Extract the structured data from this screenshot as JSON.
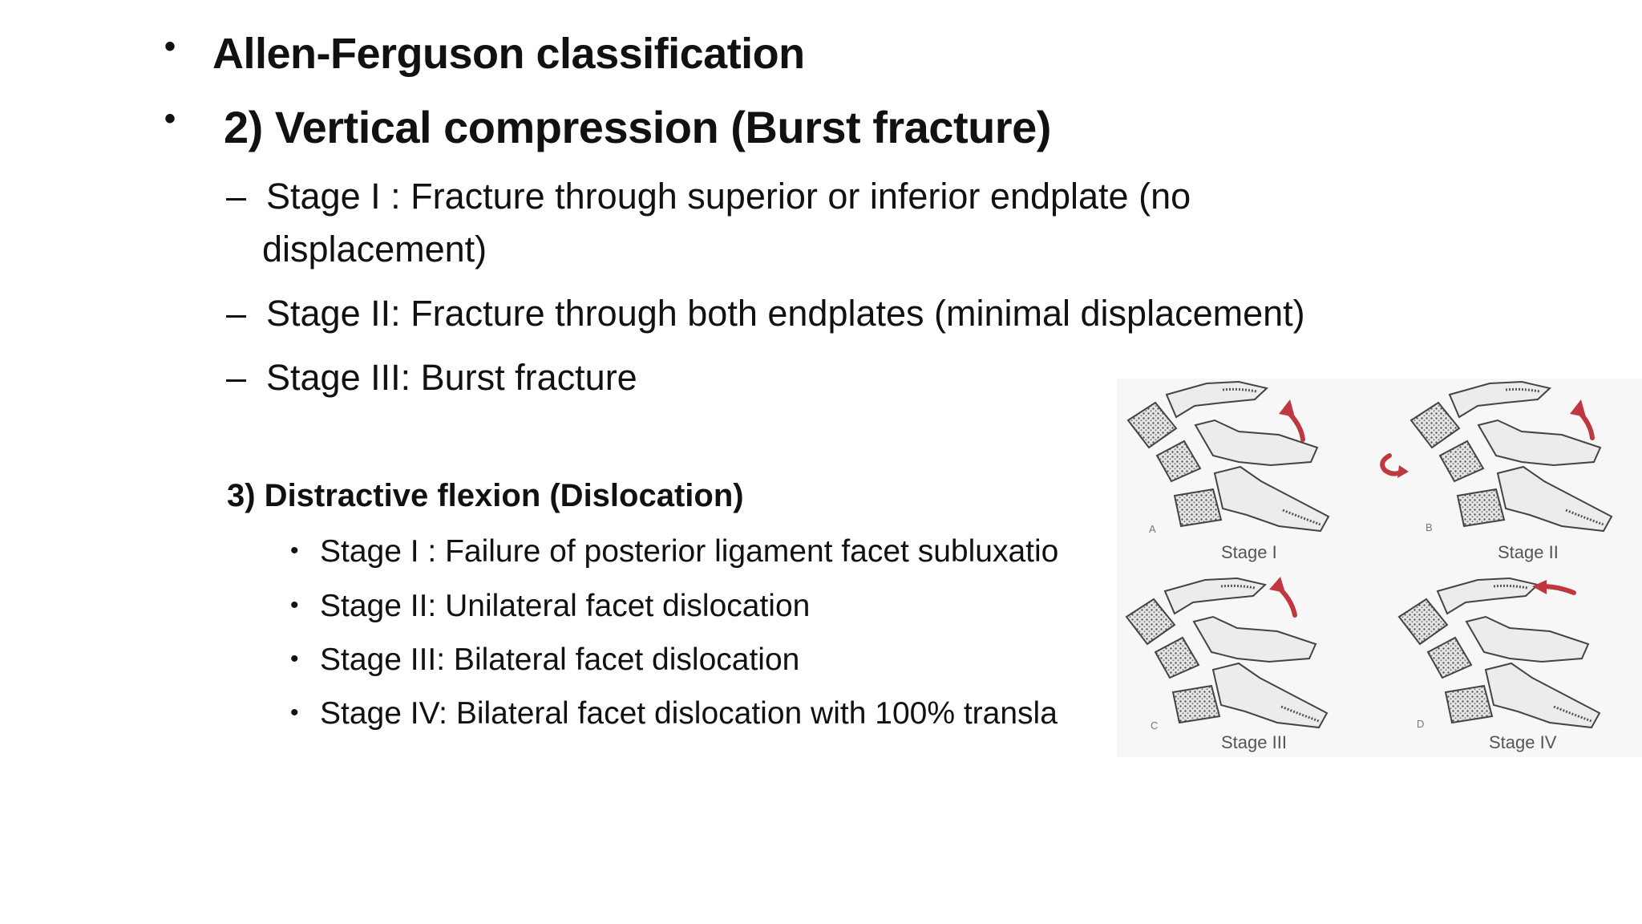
{
  "slide": {
    "heading_1": "Allen-Ferguson classification",
    "heading_2": "2) Vertical compression (Burst fracture)",
    "vertical_compression_stages": [
      {
        "line1": "Stage I : Fracture through superior or inferior endplate (no",
        "line2": "displacement)"
      },
      {
        "line1": "Stage II: Fracture through both endplates (minimal displacement)"
      },
      {
        "line1": "Stage III: Burst fracture"
      }
    ],
    "distractive_heading": "3) Distractive flexion (Dislocation)",
    "distractive_stages": [
      "Stage I : Failure of posterior ligament facet subluxatio",
      "Stage II: Unilateral facet dislocation",
      "Stage III: Bilateral facet dislocation",
      "Stage IV: Bilateral facet dislocation with 100% transla"
    ],
    "bullet": "•",
    "dash": "–"
  },
  "figure": {
    "panels": [
      {
        "letter": "A",
        "label": "Stage I"
      },
      {
        "letter": "B",
        "label": "Stage II"
      },
      {
        "letter": "C",
        "label": "Stage III"
      },
      {
        "letter": "D",
        "label": "Stage IV"
      }
    ],
    "arrow_color": "#c0383f",
    "bone_fill": "#ececec",
    "bone_stroke": "#444444"
  }
}
